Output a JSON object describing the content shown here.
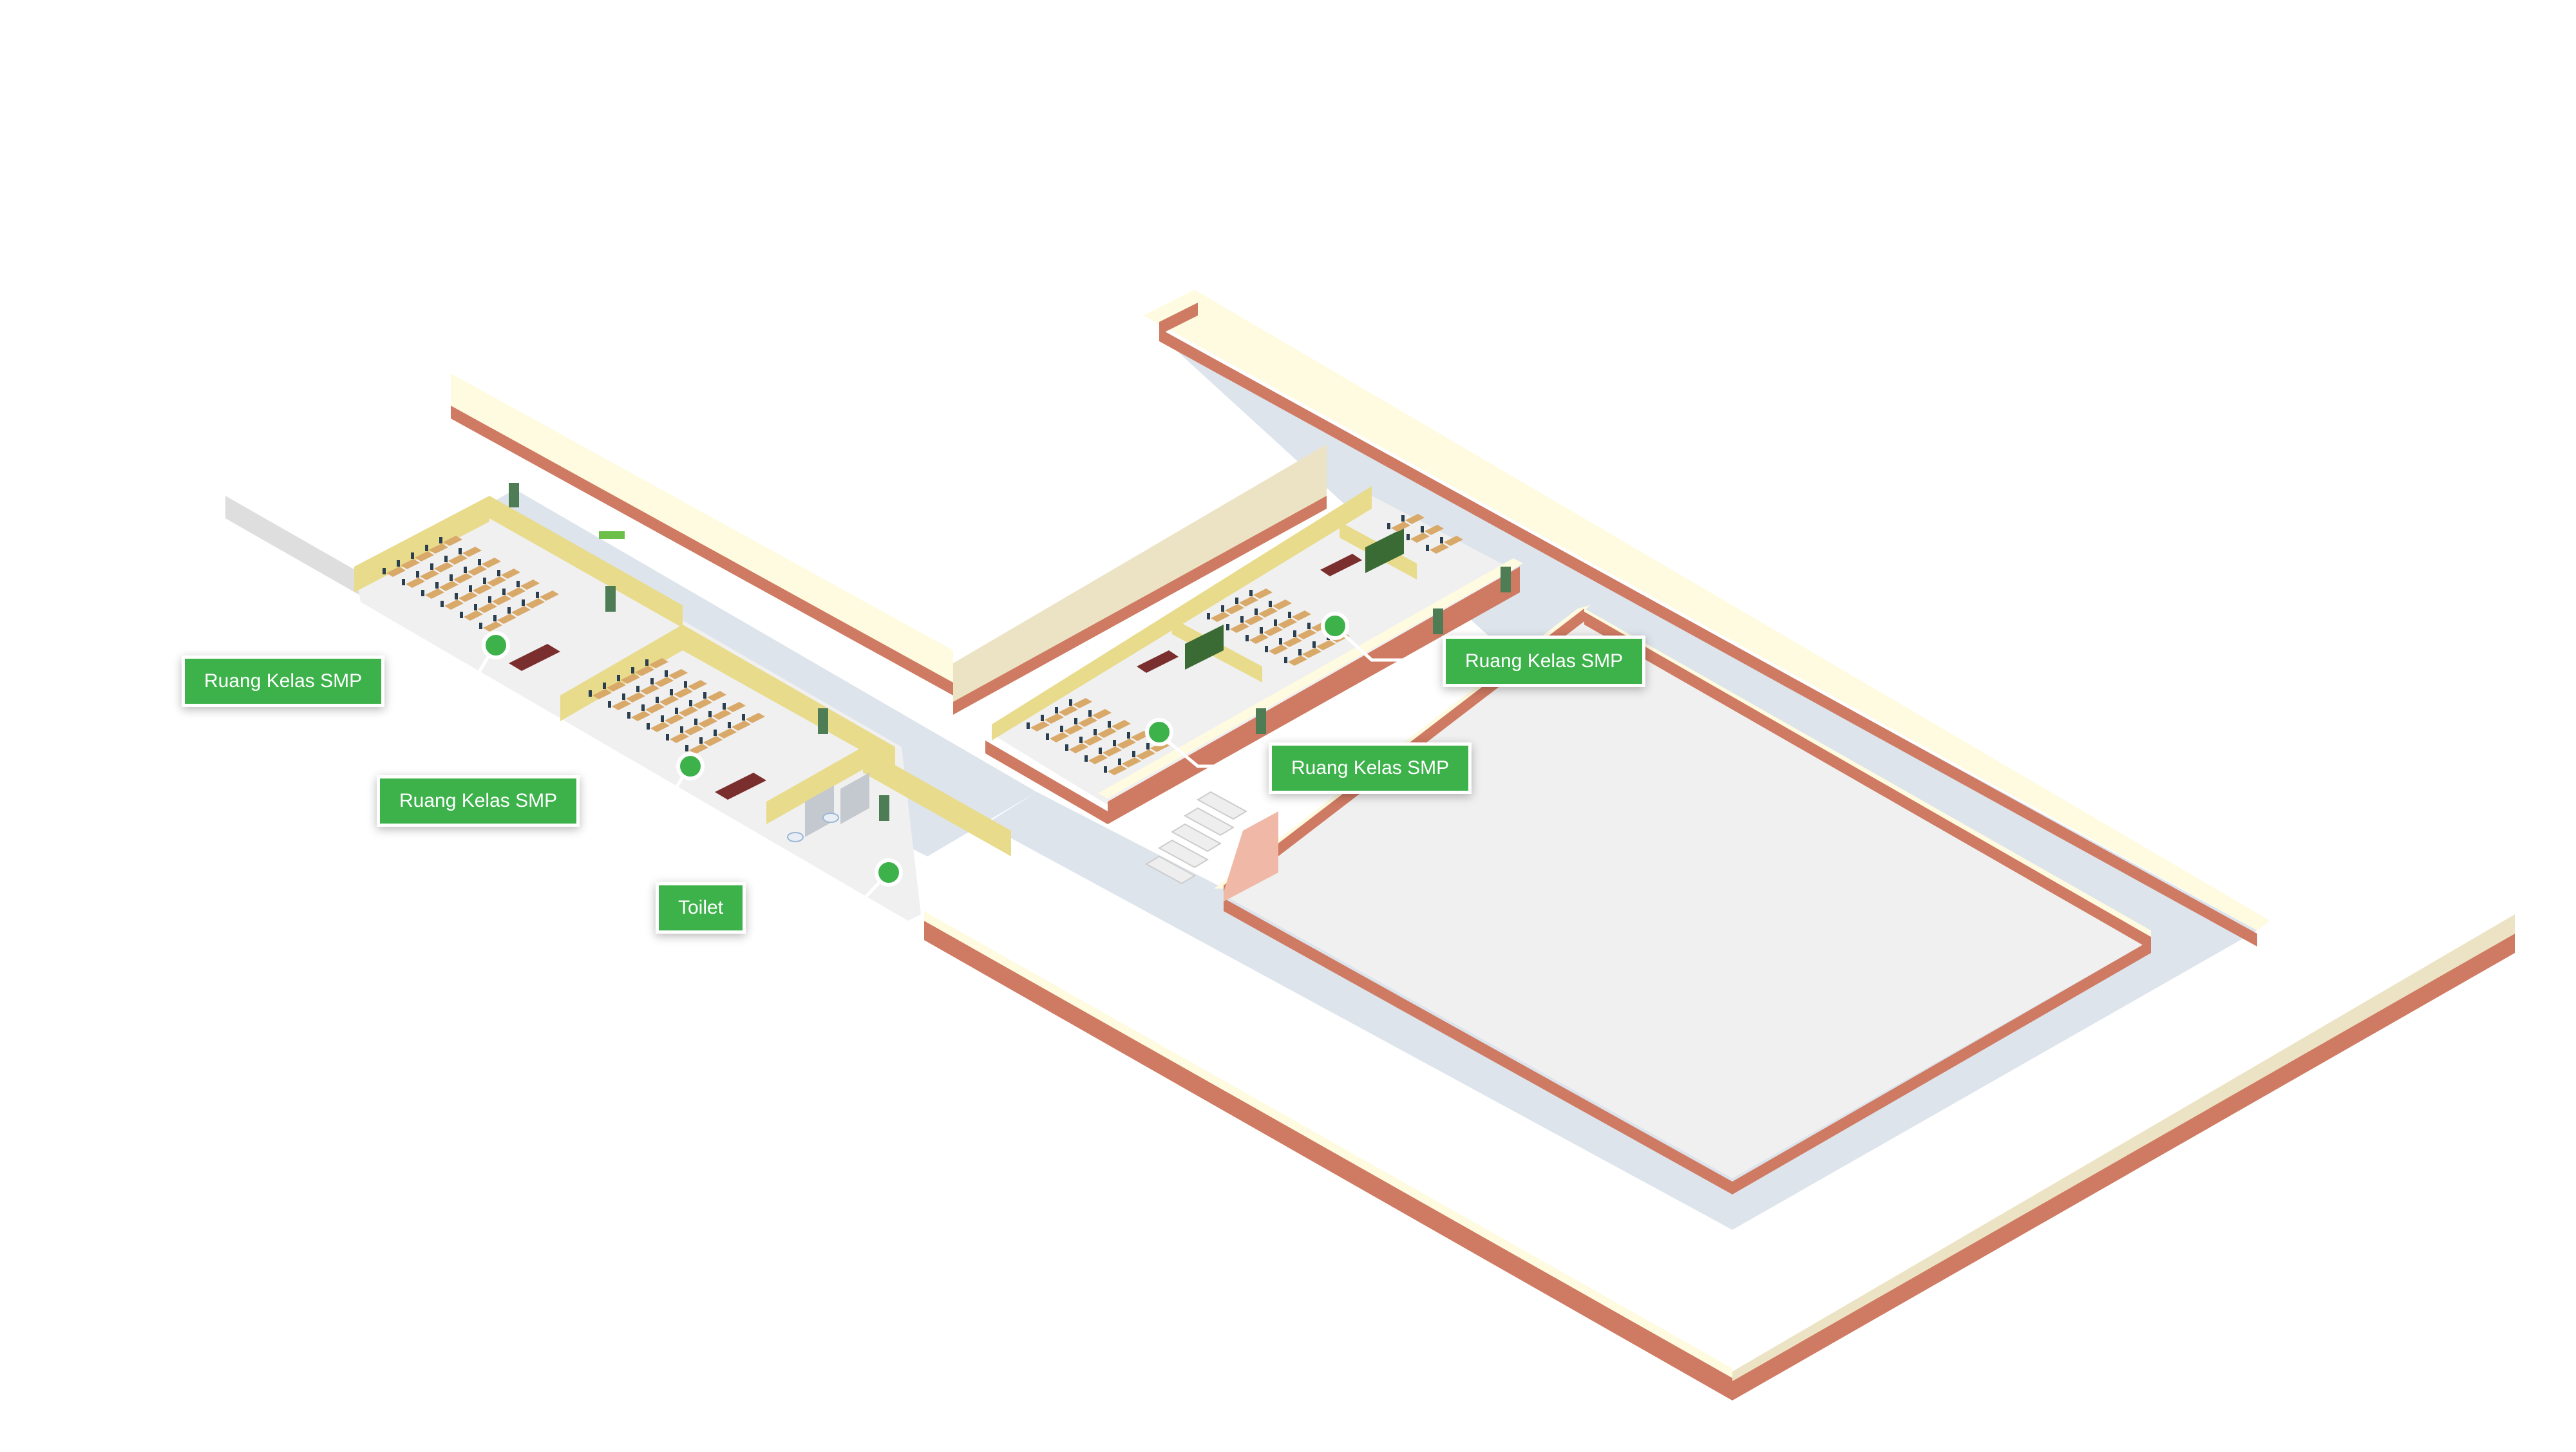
{
  "colors": {
    "background": "#ffffff",
    "floor": "#f0f0f0",
    "corridor": "#dde4ec",
    "wall_top": "#fffbe0",
    "wall_side_dark": "#cf7a62",
    "wall_side_light": "#ece3c4",
    "room_wall": "#e8db8c",
    "marker": "#3db24b",
    "label_bg": "#3db24b",
    "label_text": "#ffffff",
    "desk": "#d9a96a",
    "chair": "#2a3f4f",
    "teacher_desk": "#7a2e2e",
    "board": "#3b6b35",
    "door": "#4d7c55",
    "stairs": "#eeeeee",
    "stairs_side": "#f0b8a6"
  },
  "labels": [
    {
      "id": "room-1",
      "text": "Ruang Kelas SMP"
    },
    {
      "id": "room-2",
      "text": "Ruang Kelas SMP"
    },
    {
      "id": "room-3",
      "text": "Ruang Kelas SMP"
    },
    {
      "id": "room-4",
      "text": "Ruang Kelas SMP"
    },
    {
      "id": "toilet",
      "text": "Toilet"
    }
  ]
}
